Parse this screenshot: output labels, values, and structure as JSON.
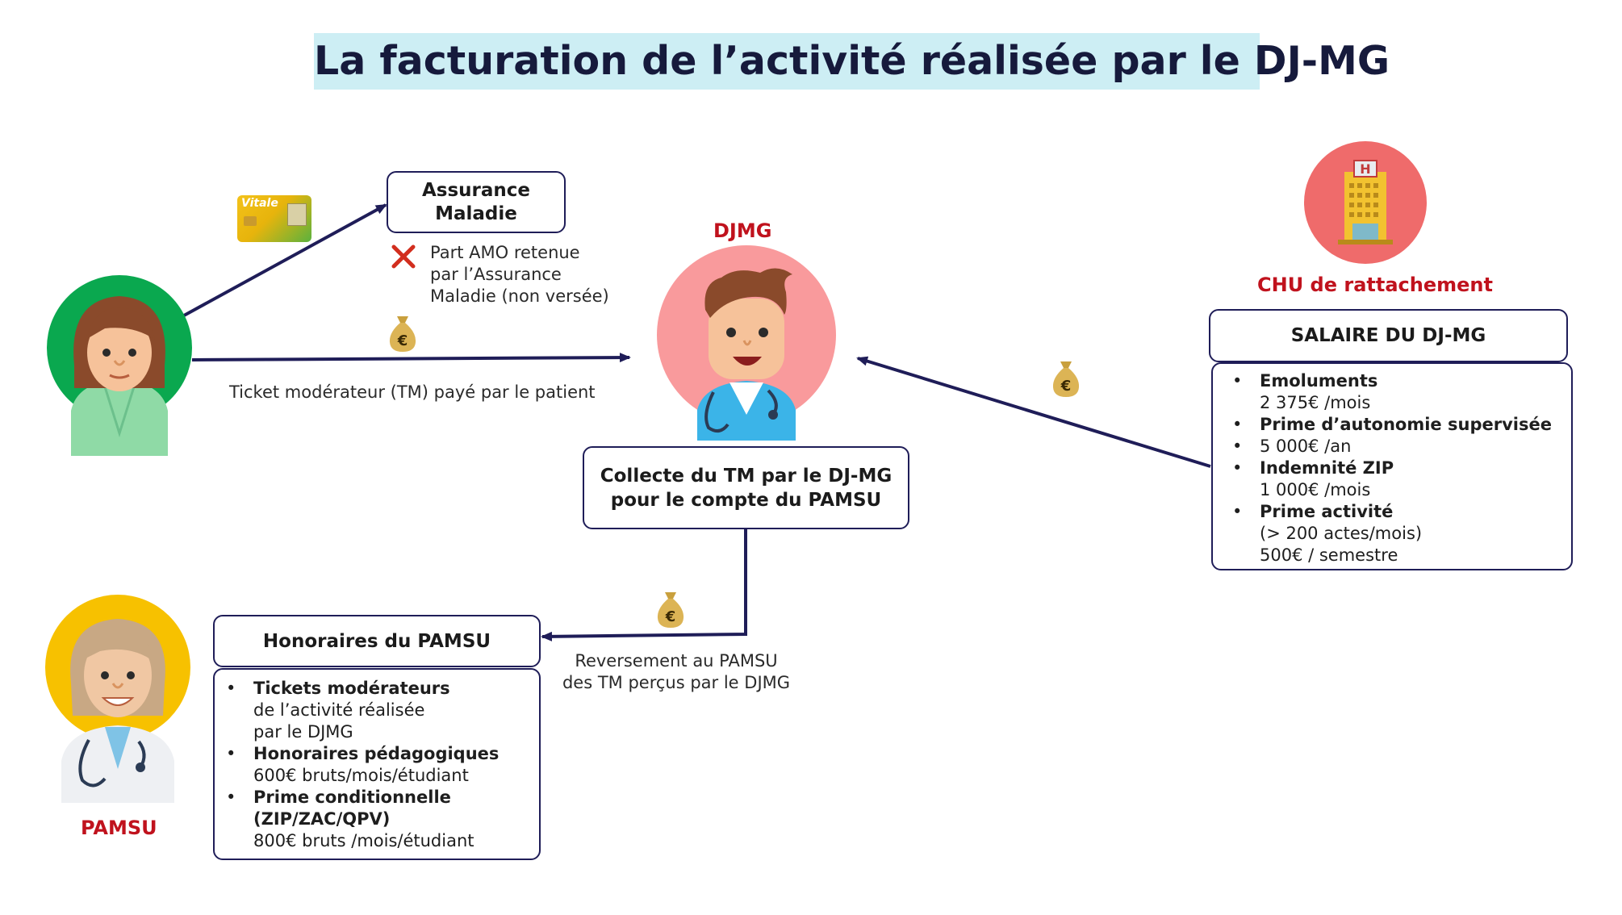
{
  "title": "La facturation de l’activité réalisée par le DJ-MG",
  "vitale_card": {
    "text": "Vitale"
  },
  "assurance_box": {
    "label": "Assurance Maladie"
  },
  "amo_note": {
    "lines": [
      "Part AMO retenue",
      "par l’Assurance",
      "Maladie (non versée)"
    ]
  },
  "patient_arrow_label": "Ticket modérateur (TM) payé par le patient",
  "djmg_label": "DJMG",
  "collecte_box": {
    "lines": [
      "Collecte du TM par le DJ-MG",
      "pour le compte du PAMSU"
    ]
  },
  "chu": {
    "label": "CHU de rattachement",
    "hospital_letter": "H",
    "salary_title": "SALAIRE DU DJ-MG",
    "items": [
      {
        "bold": "Emoluments",
        "detail": "2 375€ /mois"
      },
      {
        "bold": "Prime d’autonomie supervisée",
        "detail": ""
      },
      {
        "bold": "",
        "detail": "5 000€ /an"
      },
      {
        "bold": "Indemnité ZIP",
        "detail": "1 000€ /mois"
      },
      {
        "bold": "Prime activité",
        "detail": "(> 200 actes/mois)",
        "detail2": "500€ / semestre"
      }
    ]
  },
  "reversement": {
    "lines": [
      "Reversement au PAMSU",
      "des TM perçus par le DJMG"
    ]
  },
  "pamsu": {
    "label": "PAMSU",
    "honoraires_title": "Honoraires du PAMSU",
    "items": [
      {
        "bold": "Tickets modérateurs",
        "details": [
          "de l’activité réalisée",
          "par le DJMG"
        ]
      },
      {
        "bold": "Honoraires pédagogiques",
        "details": [
          "600€ bruts/mois/étudiant"
        ]
      },
      {
        "bold": "Prime conditionnelle",
        "bold2": "(ZIP/ZAC/QPV)",
        "details": [
          "800€ bruts /mois/étudiant"
        ]
      }
    ]
  },
  "money_symbol": "€",
  "colors": {
    "navy": "#1f1d58",
    "red": "#c0121d",
    "title_bg": "#cdeef4",
    "patient_bg": "#0aa84f",
    "djmg_bg": "#f99a9c",
    "chu_bg": "#ef6b6b",
    "pamsu_bg": "#f7c100"
  }
}
